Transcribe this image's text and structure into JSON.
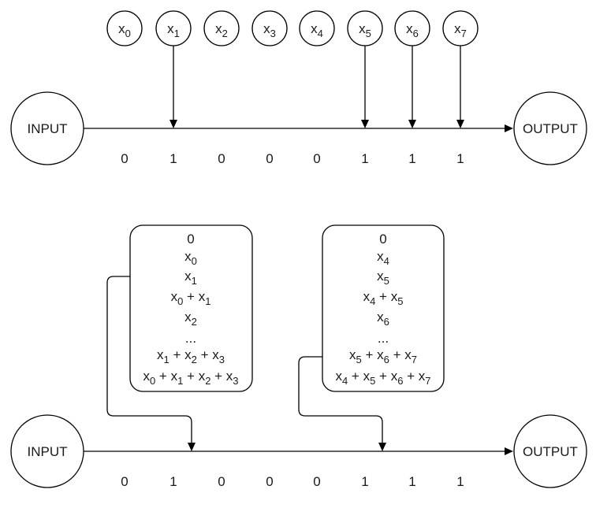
{
  "colors": {
    "background": "#ffffff",
    "stroke": "#000000",
    "text": "#1a1a1a"
  },
  "top_diagram": {
    "input_label": "INPUT",
    "output_label": "OUTPUT",
    "variables": [
      {
        "base": "x",
        "sub": "0",
        "connected": false
      },
      {
        "base": "x",
        "sub": "1",
        "connected": true
      },
      {
        "base": "x",
        "sub": "2",
        "connected": false
      },
      {
        "base": "x",
        "sub": "3",
        "connected": false
      },
      {
        "base": "x",
        "sub": "4",
        "connected": false
      },
      {
        "base": "x",
        "sub": "5",
        "connected": true
      },
      {
        "base": "x",
        "sub": "6",
        "connected": true
      },
      {
        "base": "x",
        "sub": "7",
        "connected": true
      }
    ],
    "bits": [
      "0",
      "1",
      "0",
      "0",
      "0",
      "1",
      "1",
      "1"
    ]
  },
  "bottom_diagram": {
    "input_label": "INPUT",
    "output_label": "OUTPUT",
    "lookup_tables": [
      {
        "rows": [
          "0",
          "x0",
          "x1",
          "x0 + x1",
          "x2",
          "...",
          "x1 + x2 + x3",
          "x0 + x1 + x2 + x3"
        ]
      },
      {
        "rows": [
          "0",
          "x4",
          "x5",
          "x4 + x5",
          "x6",
          "...",
          "x5 + x6 + x7",
          "x4 + x5 + x6 + x7"
        ]
      }
    ],
    "bits": [
      "0",
      "1",
      "0",
      "0",
      "0",
      "1",
      "1",
      "1"
    ]
  }
}
